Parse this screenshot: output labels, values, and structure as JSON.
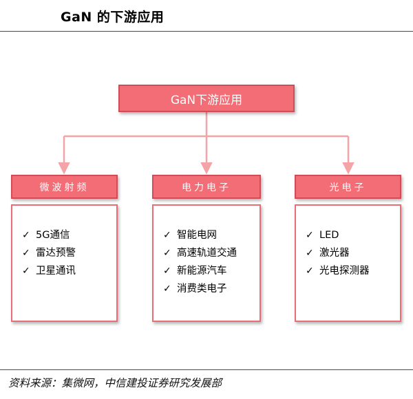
{
  "page_title": "GaN 的下游应用",
  "root": {
    "label": "GaN下游应用"
  },
  "categories": [
    {
      "label": "微波射频",
      "items": [
        "5G通信",
        "雷达预警",
        "卫星通讯"
      ]
    },
    {
      "label": "电力电子",
      "items": [
        "智能电网",
        "高速轨道交通",
        "新能源汽车",
        "消费类电子"
      ]
    },
    {
      "label": "光电子",
      "items": [
        "LED",
        "激光器",
        "光电探测器"
      ]
    }
  ],
  "check_mark": "✓",
  "source_note": "资料来源：集微网，中信建投证券研究发展部",
  "colors": {
    "box_fill": "#f26d75",
    "box_border": "#cf4d57",
    "connector": "#f4a3a7",
    "rule": "#2a4d7a"
  }
}
